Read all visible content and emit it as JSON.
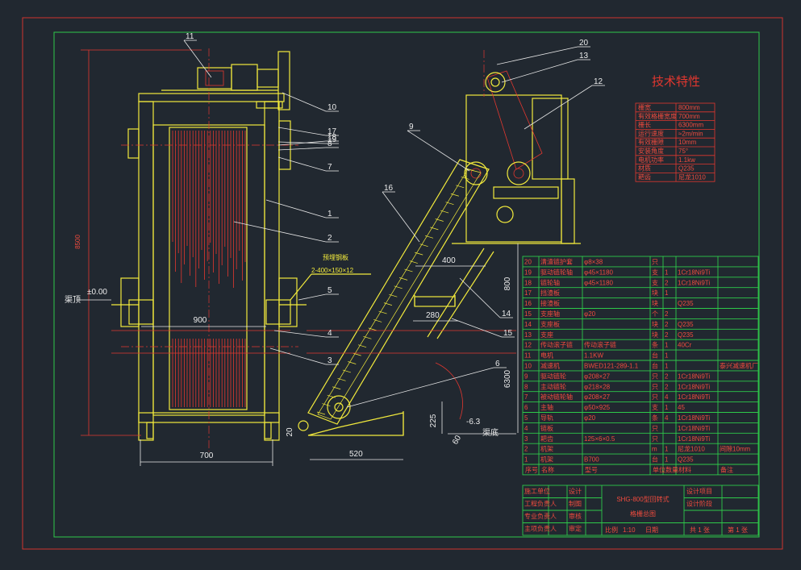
{
  "title_tech": "技术特性",
  "tech_specs": [
    {
      "label": "栅宽",
      "value": "800mm"
    },
    {
      "label": "有效格栅宽度",
      "value": "700mm"
    },
    {
      "label": "栅长",
      "value": "6300mm"
    },
    {
      "label": "运行速度",
      "value": "≈2m/min"
    },
    {
      "label": "有效栅隙",
      "value": "10mm"
    },
    {
      "label": "安装角度",
      "value": "75°"
    },
    {
      "label": "电机功率",
      "value": "1.1kw"
    },
    {
      "label": "材质",
      "value": "Q235"
    },
    {
      "label": "耙齿",
      "value": "尼龙1010"
    }
  ],
  "parts": [
    {
      "no": "20",
      "name": "清渣链护套",
      "spec": "φ8×38",
      "unit": "只",
      "qty": "",
      "material": "",
      "remark": ""
    },
    {
      "no": "19",
      "name": "驱动链轮轴",
      "spec": "φ45×1180",
      "unit": "支",
      "qty": "1",
      "material": "1Cr18Ni9Ti",
      "remark": ""
    },
    {
      "no": "18",
      "name": "链轮轴",
      "spec": "φ45×1180",
      "unit": "支",
      "qty": "2",
      "material": "1Cr18Ni9Ti",
      "remark": ""
    },
    {
      "no": "17",
      "name": "挡渣板",
      "spec": "",
      "unit": "块",
      "qty": "1",
      "material": "",
      "remark": ""
    },
    {
      "no": "16",
      "name": "接渣板",
      "spec": "",
      "unit": "块",
      "qty": "",
      "material": "Q235",
      "remark": ""
    },
    {
      "no": "15",
      "name": "支座轴",
      "spec": "φ20",
      "unit": "个",
      "qty": "2",
      "material": "",
      "remark": ""
    },
    {
      "no": "14",
      "name": "支座板",
      "spec": "",
      "unit": "块",
      "qty": "2",
      "material": "Q235",
      "remark": ""
    },
    {
      "no": "13",
      "name": "支座",
      "spec": "",
      "unit": "块",
      "qty": "2",
      "material": "Q235",
      "remark": ""
    },
    {
      "no": "12",
      "name": "传动滚子链",
      "spec": "传动滚子链",
      "unit": "条",
      "qty": "1",
      "material": "40Cr",
      "remark": ""
    },
    {
      "no": "11",
      "name": "电机",
      "spec": "1.1KW",
      "unit": "台",
      "qty": "1",
      "material": "",
      "remark": ""
    },
    {
      "no": "10",
      "name": "减速机",
      "spec": "BWED121-289-1.1",
      "unit": "台",
      "qty": "1",
      "material": "",
      "remark": "泰兴减速机厂"
    },
    {
      "no": "9",
      "name": "驱动链轮",
      "spec": "φ208×27",
      "unit": "只",
      "qty": "2",
      "material": "1Cr18Ni9Ti",
      "remark": ""
    },
    {
      "no": "8",
      "name": "主动链轮",
      "spec": "φ218×28",
      "unit": "只",
      "qty": "2",
      "material": "1Cr18Ni9Ti",
      "remark": ""
    },
    {
      "no": "7",
      "name": "被动链轮轴",
      "spec": "φ208×27",
      "unit": "只",
      "qty": "4",
      "material": "1Cr18Ni9Ti",
      "remark": ""
    },
    {
      "no": "6",
      "name": "主轴",
      "spec": "φ50×925",
      "unit": "支",
      "qty": "1",
      "material": "45",
      "remark": ""
    },
    {
      "no": "5",
      "name": "导轨",
      "spec": "φ20",
      "unit": "条",
      "qty": "4",
      "material": "1Cr18Ni9Ti",
      "remark": ""
    },
    {
      "no": "4",
      "name": "链板",
      "spec": "",
      "unit": "只",
      "qty": "",
      "material": "1Cr18Ni9Ti",
      "remark": ""
    },
    {
      "no": "3",
      "name": "耙齿",
      "spec": "125×6×0.5",
      "unit": "只",
      "qty": "",
      "material": "1Cr18Ni9Ti",
      "remark": ""
    },
    {
      "no": "2",
      "name": "机架",
      "spec": "",
      "unit": "m",
      "qty": "1",
      "material": "尼龙1010",
      "remark": "间隙10mm"
    },
    {
      "no": "1",
      "name": "机架",
      "spec": "B700",
      "unit": "台",
      "qty": "1",
      "material": "Q235",
      "remark": ""
    }
  ],
  "parts_header": {
    "no": "序号",
    "name": "名称",
    "spec": "型号",
    "unit": "单位",
    "qty": "数量",
    "material": "材料",
    "remark": "备注"
  },
  "title_block": {
    "drawing_title_1": "SHG-800型回转式",
    "drawing_title_2": "格栅总图",
    "left_rows": [
      "施工单位",
      "工程负责人",
      "专业负责人",
      "主项负责人"
    ],
    "role_rows": [
      "设计",
      "制图",
      "审核",
      "审定"
    ],
    "right_rows": [
      "设计项目",
      "设计阶段"
    ],
    "scale_label": "比例",
    "scale_value": "1:10",
    "date_label": "日期",
    "sheet_total": "共 1 张",
    "sheet_no": "第 1 张"
  },
  "dims": {
    "d8500": "8500",
    "d900": "900",
    "d700": "700",
    "d400": "400",
    "d280": "280",
    "d520": "520",
    "d6300": "6300",
    "d800": "800",
    "d225": "225",
    "d20": "20",
    "d63": "-6.3",
    "d60": "60",
    "level_label": "渠顶",
    "level_value": "±0.00",
    "bottom_label": "渠底",
    "frame_note_1": "预埋钢板",
    "frame_note_2": "2-400×150×12"
  },
  "balloons": [
    "11",
    "10",
    "17",
    "18",
    "8",
    "7",
    "1",
    "2",
    "5",
    "4",
    "3",
    "19",
    "20",
    "13",
    "12",
    "9",
    "16",
    "14",
    "15",
    "6"
  ]
}
